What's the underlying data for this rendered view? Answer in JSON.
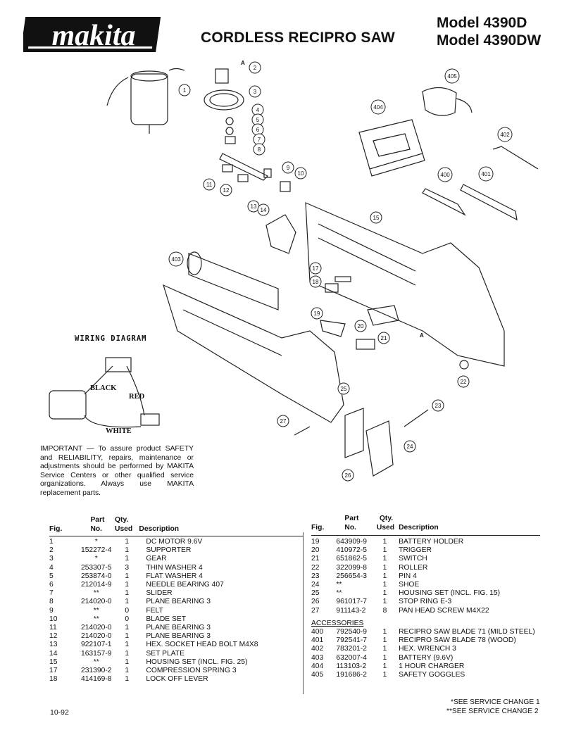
{
  "header": {
    "brand": "makita",
    "title": "CORDLESS RECIPRO SAW",
    "models": [
      "Model 4390D",
      "Model 4390DW"
    ]
  },
  "diagram": {
    "callouts": [
      "1",
      "2",
      "3",
      "4",
      "5",
      "6",
      "7",
      "8",
      "9",
      "10",
      "11",
      "12",
      "13",
      "14",
      "15",
      "17",
      "18",
      "19",
      "20",
      "21",
      "22",
      "23",
      "24",
      "25",
      "26",
      "27",
      "400",
      "401",
      "402",
      "403",
      "404",
      "405"
    ],
    "marker_a": "A"
  },
  "wiring": {
    "title": "WIRING DIAGRAM",
    "black": "BLACK",
    "red": "RED",
    "white": "WHITE"
  },
  "important_note": "IMPORTANT — To assure product SAFETY and RELIABILITY, repairs, maintenance or adjustments should be performed by MAKITA Service Centers or other qualified service organizations. Always use MAKITA replacement parts.",
  "table_headers": {
    "fig": "Fig.",
    "part_top": "Part",
    "part_bottom": "No.",
    "qty_top": "Qty.",
    "qty_bottom": "Used",
    "description": "Description"
  },
  "parts_left": [
    {
      "fig": "1",
      "part": "*",
      "qty": "1",
      "desc": "DC MOTOR 9.6V"
    },
    {
      "fig": "2",
      "part": "152272-4",
      "qty": "1",
      "desc": "SUPPORTER"
    },
    {
      "fig": "3",
      "part": "*",
      "qty": "1",
      "desc": "GEAR"
    },
    {
      "fig": "4",
      "part": "253307-5",
      "qty": "3",
      "desc": "THIN WASHER 4"
    },
    {
      "fig": "5",
      "part": "253874-0",
      "qty": "1",
      "desc": "FLAT WASHER 4"
    },
    {
      "fig": "6",
      "part": "212014-9",
      "qty": "1",
      "desc": "NEEDLE BEARING 407"
    },
    {
      "fig": "7",
      "part": "**",
      "qty": "1",
      "desc": "SLIDER"
    },
    {
      "fig": "8",
      "part": "214020-0",
      "qty": "1",
      "desc": "PLANE BEARING 3"
    },
    {
      "fig": "9",
      "part": "**",
      "qty": "0",
      "desc": "FELT"
    },
    {
      "fig": "10",
      "part": "**",
      "qty": "0",
      "desc": "BLADE SET"
    },
    {
      "fig": "11",
      "part": "214020-0",
      "qty": "1",
      "desc": "PLANE BEARING 3"
    },
    {
      "fig": "12",
      "part": "214020-0",
      "qty": "1",
      "desc": "PLANE BEARING 3"
    },
    {
      "fig": "13",
      "part": "922107-1",
      "qty": "1",
      "desc": "HEX. SOCKET HEAD BOLT M4X8"
    },
    {
      "fig": "14",
      "part": "163157-9",
      "qty": "1",
      "desc": "SET PLATE"
    },
    {
      "fig": "15",
      "part": "**",
      "qty": "1",
      "desc": "HOUSING SET (INCL. FIG. 25)"
    },
    {
      "fig": "17",
      "part": "231390-2",
      "qty": "1",
      "desc": "COMPRESSION SPRING 3"
    },
    {
      "fig": "18",
      "part": "414169-8",
      "qty": "1",
      "desc": "LOCK OFF LEVER"
    }
  ],
  "parts_right": [
    {
      "fig": "19",
      "part": "643909-9",
      "qty": "1",
      "desc": "BATTERY HOLDER"
    },
    {
      "fig": "20",
      "part": "410972-5",
      "qty": "1",
      "desc": "TRIGGER"
    },
    {
      "fig": "21",
      "part": "651862-5",
      "qty": "1",
      "desc": "SWITCH"
    },
    {
      "fig": "22",
      "part": "322099-8",
      "qty": "1",
      "desc": "ROLLER"
    },
    {
      "fig": "23",
      "part": "256654-3",
      "qty": "1",
      "desc": "PIN 4"
    },
    {
      "fig": "24",
      "part": "**",
      "qty": "1",
      "desc": "SHOE"
    },
    {
      "fig": "25",
      "part": "**",
      "qty": "1",
      "desc": "HOUSING SET (INCL. FIG. 15)"
    },
    {
      "fig": "26",
      "part": "961017-7",
      "qty": "1",
      "desc": "STOP RING E-3"
    },
    {
      "fig": "27",
      "part": "911143-2",
      "qty": "8",
      "desc": "PAN HEAD SCREW M4X22"
    }
  ],
  "accessories_title": "ACCESSORIES",
  "accessories": [
    {
      "fig": "400",
      "part": "792540-9",
      "qty": "1",
      "desc": "RECIPRO SAW BLADE 71 (MILD STEEL)"
    },
    {
      "fig": "401",
      "part": "792541-7",
      "qty": "1",
      "desc": "RECIPRO SAW BLADE 78 (WOOD)"
    },
    {
      "fig": "402",
      "part": "783201-2",
      "qty": "1",
      "desc": "HEX. WRENCH 3"
    },
    {
      "fig": "403",
      "part": "632007-4",
      "qty": "1",
      "desc": "BATTERY (9.6V)"
    },
    {
      "fig": "404",
      "part": "113103-2",
      "qty": "1",
      "desc": "1 HOUR CHARGER"
    },
    {
      "fig": "405",
      "part": "191686-2",
      "qty": "1",
      "desc": "SAFETY GOGGLES"
    }
  ],
  "footer": {
    "date_code": "10-92",
    "service_change_1": "*SEE SERVICE CHANGE 1",
    "service_change_2": "**SEE SERVICE CHANGE 2"
  }
}
